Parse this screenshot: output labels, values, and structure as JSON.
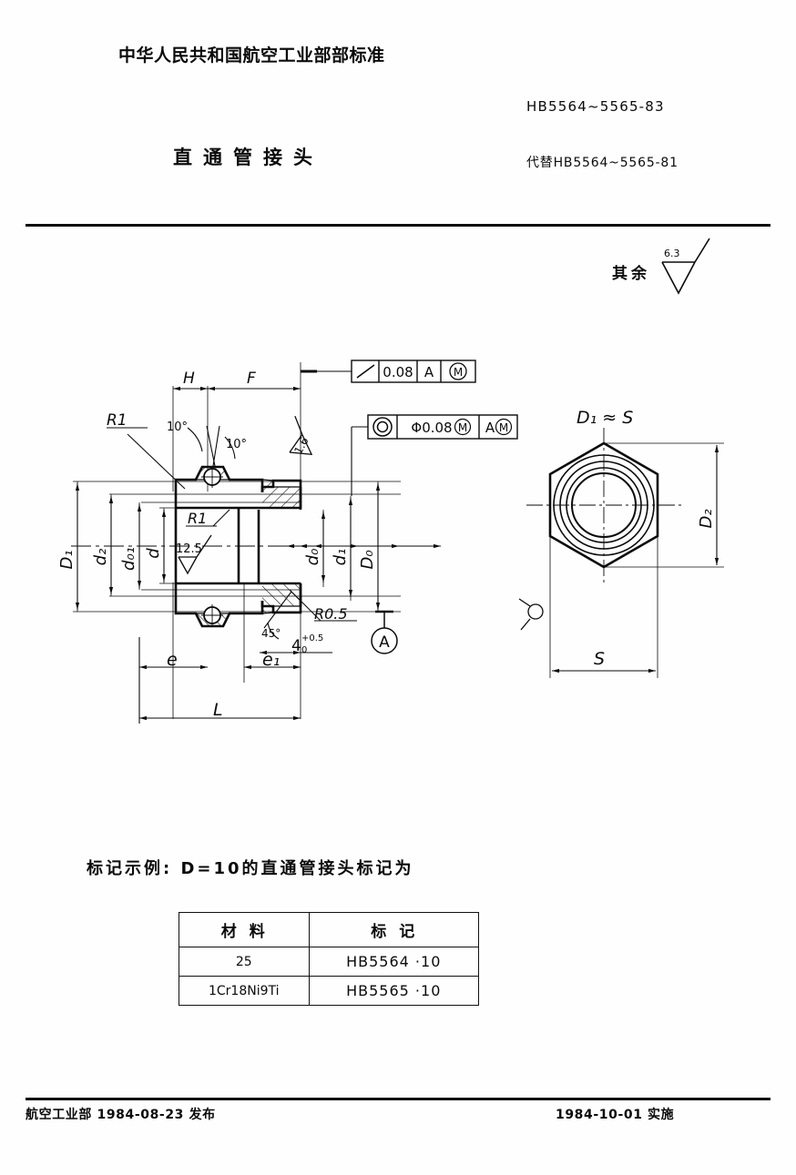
{
  "header": {
    "org_title": "中华人民共和国航空工业部部标准",
    "doc_title": "直通管接头",
    "standard_no": "HB5564~5565-83",
    "replaces": "代替HB5564~5565-81"
  },
  "surface_note": {
    "label": "其余",
    "value": "6.3"
  },
  "drawing": {
    "section_view": {
      "dim_H": "H",
      "dim_F": "F",
      "angle_left": "10°",
      "angle_right": "10°",
      "radius_callout_outer": "R1",
      "radius_callout_inner": "R1",
      "roughness_bore": "12.5",
      "roughness_shoulder": "1.6",
      "dim_D1": "D₁",
      "dim_d2": "d₂",
      "dim_d01": "d₀₁",
      "dim_d": "d",
      "dim_d0": "d₀",
      "dim_d1": "d₁",
      "dim_D0": "D₀",
      "chamfer_angle": "45°",
      "radius_r05": "R0.5",
      "dim_4": "4",
      "dim_4_upper": "+0.5",
      "dim_4_lower": "0",
      "dim_e": "e",
      "dim_e1": "e₁",
      "dim_L": "L",
      "datum_label": "A"
    },
    "tolerance_frames": [
      {
        "symbol": "angularity",
        "value": "0.08",
        "datum": "A",
        "datum_modifier": "M"
      },
      {
        "symbol": "concentricity",
        "value": "Φ0.08",
        "value_modifier": "M",
        "datum": "A",
        "datum_modifier": "M"
      }
    ],
    "hex_view": {
      "note": "D₁ ≈ S",
      "dim_D2": "D₂",
      "dim_S": "S"
    }
  },
  "marking": {
    "example_text": "标记示例: D=10的直通管接头标记为",
    "columns": [
      "材料",
      "标记"
    ],
    "rows": [
      {
        "material": "25",
        "mark": "HB5564 ·10"
      },
      {
        "material": "1Cr18Ni9Ti",
        "mark": "HB5565 ·10"
      }
    ]
  },
  "footer": {
    "left": "航空工业部 1984-08-23  发布",
    "right": "1984-10-01  实施"
  }
}
